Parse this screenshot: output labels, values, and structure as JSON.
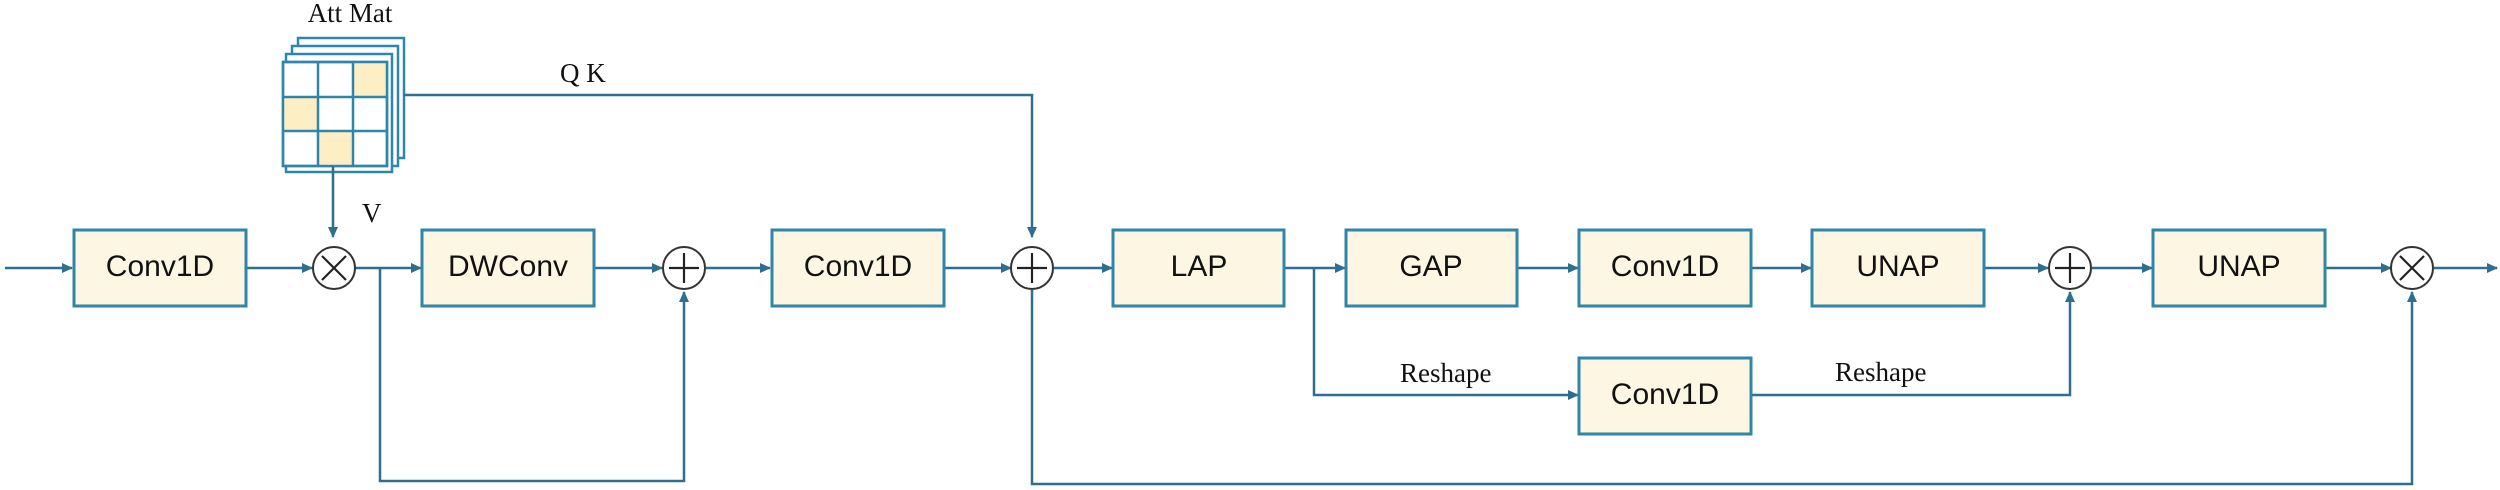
{
  "blocks": {
    "conv1d_1": "Conv1D",
    "dwconv": "DWConv",
    "conv1d_2": "Conv1D",
    "lap": "LAP",
    "gap": "GAP",
    "conv1d_3": "Conv1D",
    "unap_1": "UNAP",
    "conv1d_4": "Conv1D",
    "unap_2": "UNAP"
  },
  "labels": {
    "att_mat": "Att Mat",
    "qk": "Q  K",
    "v": "V",
    "reshape_1": "Reshape",
    "reshape_2": "Reshape"
  },
  "operators": {
    "mul": "×",
    "add": "+"
  },
  "colors": {
    "box_fill": "#fdf6e3",
    "box_stroke": "#2e86ab",
    "line": "#2e6e8e",
    "highlight_cell": "#fdeec4"
  }
}
